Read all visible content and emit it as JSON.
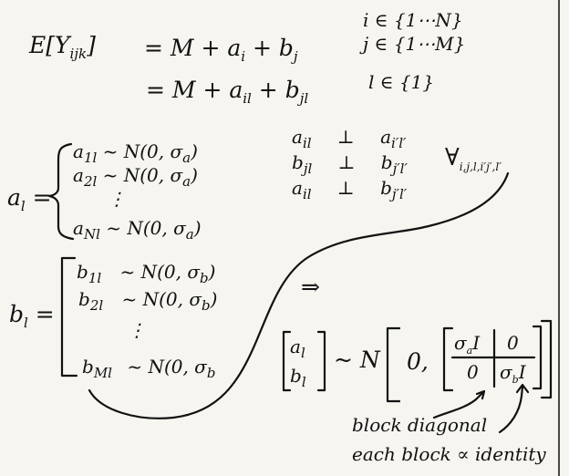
{
  "eq1_lhs": "E[Y",
  "eq1_lhs_sub": "ijk",
  "eq1_lhs_close": "]",
  "eq1_rhs": "= M + a",
  "eq1_rhs_sub_a": "i",
  "eq1_rhs_b": " + b",
  "eq1_rhs_sub_b": "j",
  "idx_i": "i ∈ {1⋯N}",
  "idx_j": "j ∈ {1⋯M}",
  "eq2_rhs": "= M + a",
  "eq2_sub_a": "il",
  "eq2_b": " + b",
  "eq2_sub_b": "jl",
  "idx_l": "l ∈ {1}",
  "indep": [
    {
      "left": "a",
      "left_sub": "il",
      "right": "a",
      "right_sub": "i′l′"
    },
    {
      "left": "b",
      "left_sub": "jl",
      "right": "b",
      "right_sub": "j′l′"
    },
    {
      "left": "a",
      "left_sub": "il",
      "right": "b",
      "right_sub": "j′l′"
    }
  ],
  "indep_symbol": "⊥",
  "forall": "∀",
  "forall_sub": "i,j,l,i′j′,l′",
  "a_vec_label": "a",
  "a_vec_sub": "l",
  "a_rows": [
    {
      "name": "a",
      "sub": "1l",
      "dist": "~ N(0, σ",
      "dsub": "a",
      "close": ")"
    },
    {
      "name": "a",
      "sub": "2l",
      "dist": "~ N(0, σ",
      "dsub": "a",
      "close": ")"
    },
    {
      "name": "⋮",
      "sub": "",
      "dist": "",
      "dsub": "",
      "close": ""
    },
    {
      "name": "a",
      "sub": "Nl",
      "dist": "~ N(0, σ",
      "dsub": "a",
      "close": ")"
    }
  ],
  "b_vec_label": "b",
  "b_vec_sub": "l",
  "b_rows": [
    {
      "name": "b",
      "sub": "1l",
      "dist": "~ N(0, σ",
      "dsub": "b",
      "close": ")"
    },
    {
      "name": "b",
      "sub": "2l",
      "dist": "~ N(0, σ",
      "dsub": "b",
      "close": ")"
    },
    {
      "name": "⋮",
      "sub": "",
      "dist": "",
      "dsub": "",
      "close": ""
    },
    {
      "name": "b",
      "sub": "Ml",
      "dist": "~ N(0, σ",
      "dsub": "b",
      "close": ""
    }
  ],
  "implies": "⇒",
  "joint_top": "a",
  "joint_top_sub": "l",
  "joint_bottom": "b",
  "joint_bottom_sub": "l",
  "joint_dist": "~ N",
  "joint_mean": "0,",
  "block_tl": "σ",
  "block_tl_sub": "a",
  "block_tl_I": "I",
  "block_tr": "0",
  "block_bl": "0",
  "block_br": "σ",
  "block_br_sub": "b",
  "block_br_I": "I",
  "note1": "block diagonal",
  "note2": "each block ∝ identity"
}
